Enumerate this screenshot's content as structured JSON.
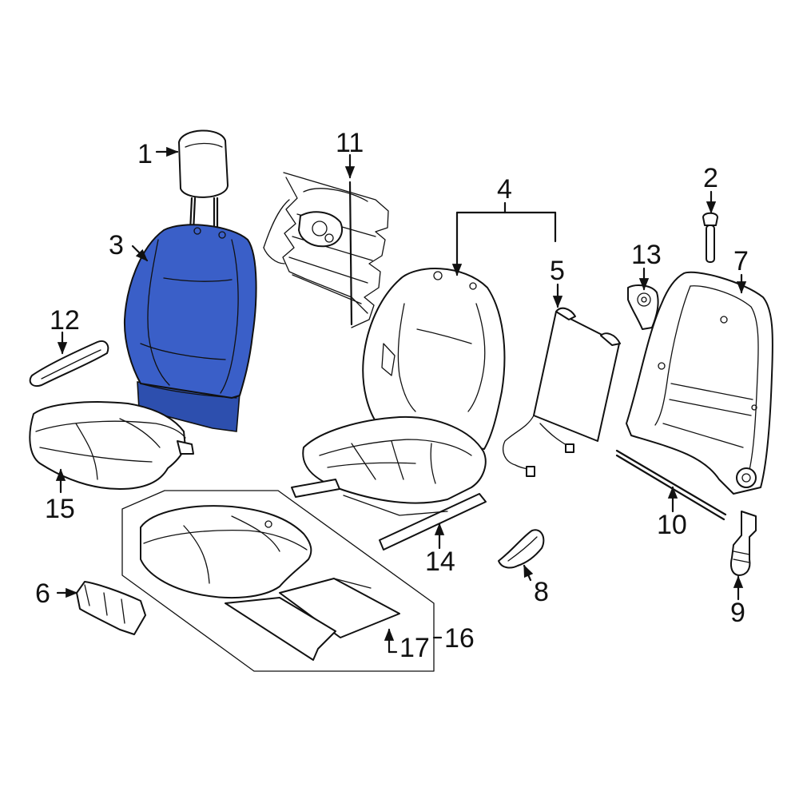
{
  "diagram": {
    "highlight_color": "#3a5fc8",
    "highlighted_part": "3",
    "callouts": [
      "1",
      "2",
      "3",
      "4",
      "5",
      "6",
      "7",
      "8",
      "9",
      "10",
      "11",
      "12",
      "13",
      "14",
      "15",
      "16",
      "17"
    ]
  }
}
